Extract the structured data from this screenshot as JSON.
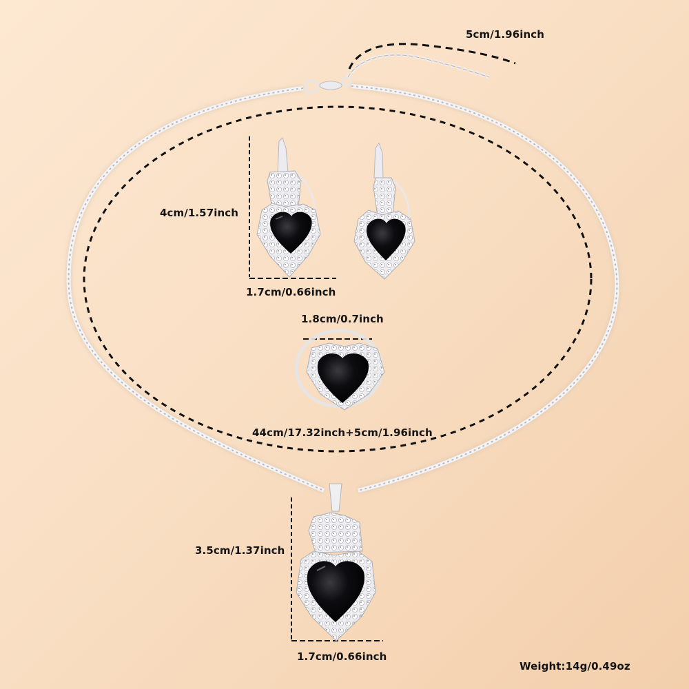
{
  "product": {
    "name": "Black heart rhinestone jewelry set",
    "items": [
      "necklace",
      "earrings",
      "ring"
    ]
  },
  "colors": {
    "background": "#f9dfc4",
    "stone": "#0b0b0d",
    "silver": "#e9e9ec",
    "dash": "#111111"
  },
  "labels": {
    "extender": "5cm/1.96inch",
    "earring_height": "4cm/1.57inch",
    "earring_width": "1.7cm/0.66inch",
    "ring_width": "1.8cm/0.7inch",
    "necklace_length": "44cm/17.32inch+5cm/1.96inch",
    "pendant_height": "3.5cm/1.37inch",
    "pendant_width": "1.7cm/0.66inch",
    "weight": "Weight:14g/0.49oz"
  }
}
